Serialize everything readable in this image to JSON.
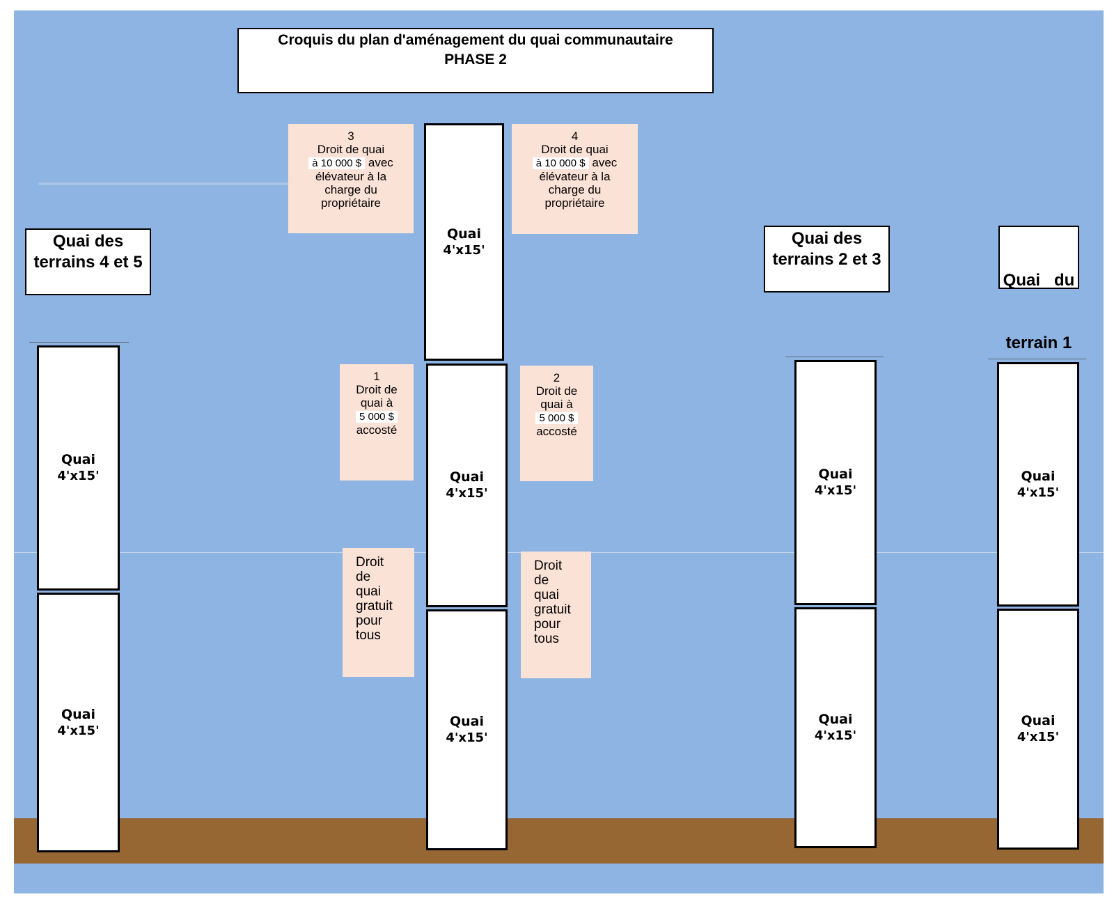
{
  "title": {
    "line1": "Croquis du plan d'aménagement du quai communautaire",
    "line2": "PHASE 2"
  },
  "labels": {
    "lots45": [
      "Quai des",
      "terrains 4 et 5"
    ],
    "lots23": [
      "Quai des",
      "terrains 2 et 3"
    ],
    "lot1": [
      "Quai   du",
      "terrain 1"
    ]
  },
  "dock": {
    "word": "Quai",
    "size": "4'x15'"
  },
  "notes": {
    "n3": {
      "num": "3",
      "pre": "Droit de quai",
      "price": "à 10 000 $",
      "post": "avec",
      "rest": [
        "élévateur à la",
        "charge du",
        "propriétaire"
      ]
    },
    "n4": {
      "num": "4",
      "pre": "Droit de quai",
      "price": "à 10 000 $",
      "post": "avec",
      "rest": [
        "élévateur à la",
        "charge du",
        "propriétaire"
      ]
    },
    "n1": {
      "num": "1",
      "lines": [
        "Droit de",
        "quai à"
      ],
      "price": "5 000 $",
      "after": "accosté"
    },
    "n2": {
      "num": "2",
      "lines": [
        "Droit de",
        "quai à"
      ],
      "price": "5 000 $",
      "after": "accosté"
    },
    "free": [
      "Droit",
      "de",
      "quai",
      "gratuit",
      "pour",
      "tous"
    ]
  },
  "colors": {
    "water": "#8db4e2",
    "shore": "#966633",
    "note": "#fbe2d6"
  }
}
